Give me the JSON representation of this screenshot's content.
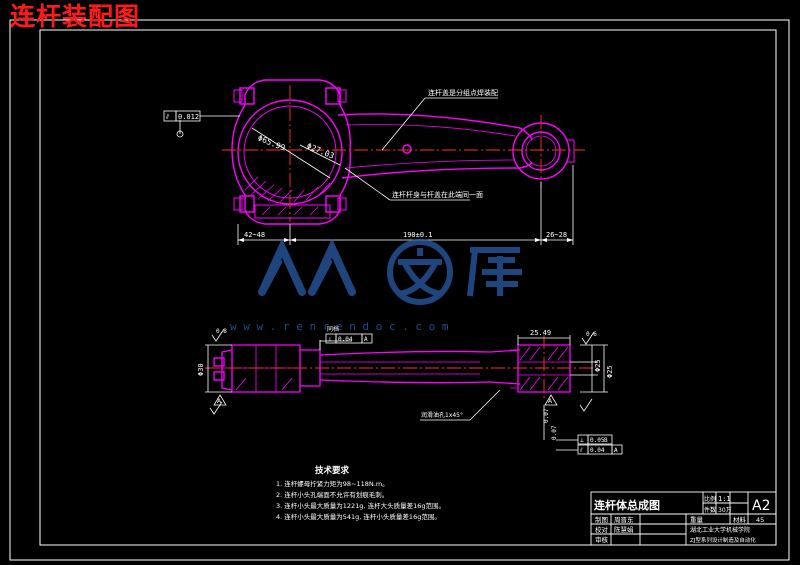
{
  "header": {
    "title": "连杆装配图"
  },
  "callouts": {
    "top_right": "连杆盖是分组点焊装配",
    "bottom_mid": "连杆杆身与杆盖在此端同一面",
    "oil_hole": "润滑油孔1x45°",
    "inner_marker": "同档"
  },
  "dimensions": {
    "bore": "Φ65.99",
    "small_bore": "Φ27.03",
    "left_span": "42~48",
    "center_dist": "190±0.1",
    "right_span": "26~28",
    "side_width": "25.49",
    "right_dia": "Φ25",
    "right_dia2": "Φ25",
    "left_height": "Φ30",
    "left_note": "0.8",
    "right_note": "0.6",
    "bot_tol_1": "0.07",
    "bot_tol_2": "0.07"
  },
  "gdt": {
    "top_frame": {
      "symbol": "⫽",
      "value": "0.012"
    },
    "side_frame": {
      "symbol": "⊥",
      "value": "0.04",
      "datum": "A"
    },
    "right_frame_1": {
      "symbol": "⊥",
      "value": "0.05",
      "datum": "B"
    },
    "right_frame_2": {
      "symbol": "⫽",
      "value": "0.04",
      "datum": "A"
    }
  },
  "datums": {
    "left": "A",
    "center": "A"
  },
  "tech_requirements": {
    "title": "技术要求",
    "items": [
      "1. 连杆螺母拧紧力矩为98~118N.m。",
      "2. 连杆小头孔端面不允许有划痕毛刺。",
      "3. 连杆小头最大质量为1221g, 连杆大头质量差16g范围。",
      "4. 连杆小头最大质量为541g, 连杆小头质量差16g范围。"
    ]
  },
  "title_block": {
    "drawing_name": "连杆体总成图",
    "scale_label": "比例",
    "scale_value": "1:1",
    "sheets_label": "件数",
    "sheets_value": "30万",
    "size_code": "A2",
    "weight_label": "重量",
    "material_label": "材料",
    "material_value": "45",
    "designer_role": "制图",
    "designer_name": "周晋东",
    "checker_role": "校对",
    "checker_name": "陈慧娟",
    "approver_role": "审核",
    "school": "湖北工业大学机械学院",
    "project": "ZJ型系列设计制造及自动化"
  },
  "watermark": {
    "text": "人人文库",
    "url": "w w w . r e n r e n d o c . c o m"
  },
  "colors": {
    "outline": "#ff00ff",
    "center": "#ff3030",
    "dim": "#ffffff",
    "border": "#ffffff",
    "title": "#ff1a1a"
  }
}
